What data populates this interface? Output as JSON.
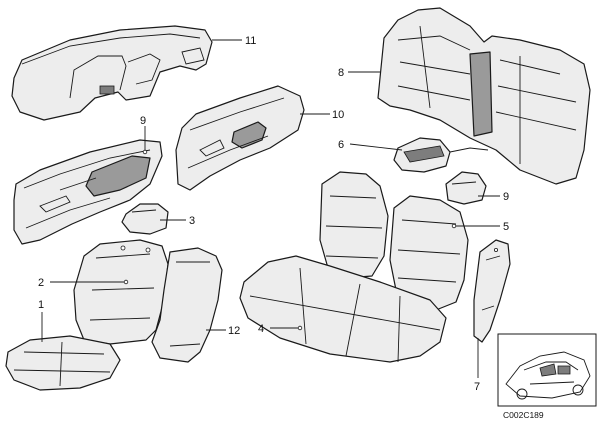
{
  "callouts": {
    "c1": "1",
    "c2": "2",
    "c3": "3",
    "c4": "4",
    "c5": "5",
    "c6": "6",
    "c7": "7",
    "c8": "8",
    "c9a": "9",
    "c9b": "9",
    "c10": "10",
    "c11": "11",
    "c12": "12"
  },
  "reference": {
    "code": "C002C189"
  },
  "colors": {
    "stroke": "#1a1a1a",
    "fill": "#ededed",
    "dark_fill": "#9a9a9a"
  }
}
